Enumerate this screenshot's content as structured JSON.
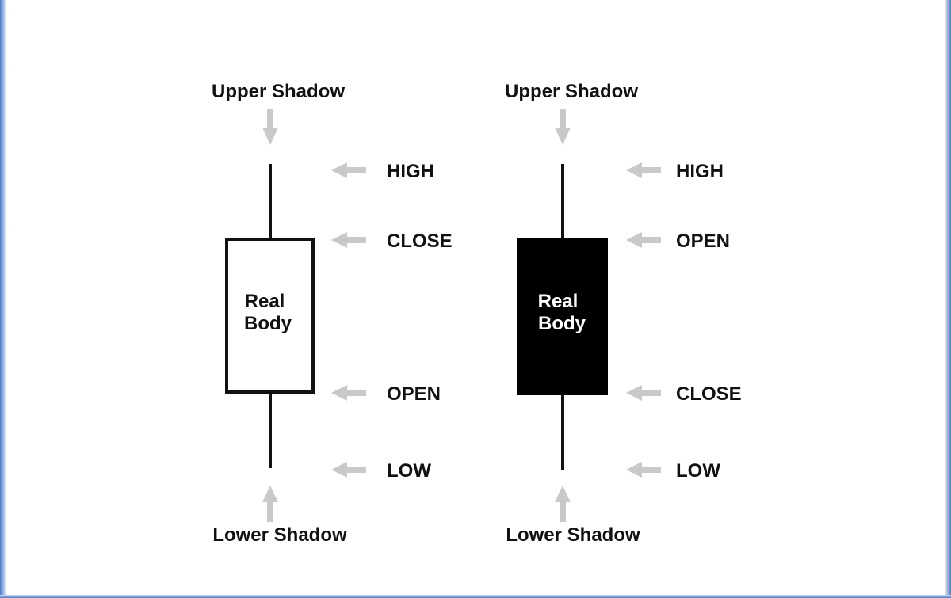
{
  "colors": {
    "frame": "#4f7cc4",
    "arrow": "#c9c9c9",
    "ink": "#111111",
    "bearish_body": "#000000",
    "bullish_body": "#ffffff"
  },
  "bullish": {
    "upper_shadow": "Upper Shadow",
    "lower_shadow": "Lower Shadow",
    "body_line1": "Real",
    "body_line2": "Body",
    "label_high": "HIGH",
    "label_top": "CLOSE",
    "label_bottom": "OPEN",
    "label_low": "LOW"
  },
  "bearish": {
    "upper_shadow": "Upper Shadow",
    "lower_shadow": "Lower Shadow",
    "body_line1": "Real",
    "body_line2": "Body",
    "label_high": "HIGH",
    "label_top": "OPEN",
    "label_bottom": "CLOSE",
    "label_low": "LOW"
  }
}
